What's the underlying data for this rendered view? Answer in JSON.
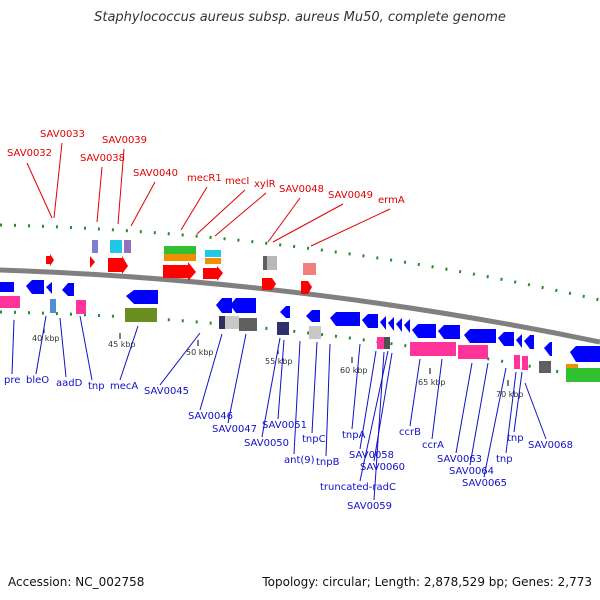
{
  "title": "Staphylococcus aureus subsp. aureus Mu50, complete genome",
  "accession": "Accession: NC_002758",
  "topology": "Topology: circular; Length: 2,878,529 bp; Genes: 2,773",
  "upper_labels": [
    "SAV0032",
    "SAV0033",
    "SAV0038",
    "SAV0039",
    "SAV0040",
    "mecR1",
    "mecI",
    "xylR",
    "SAV0048",
    "SAV0049",
    "ermA"
  ],
  "lower_labels": [
    "pre",
    "bleO",
    "aadD",
    "tnp",
    "mecA",
    "SAV0045",
    "SAV0046",
    "SAV0047",
    "SAV0050",
    "SAV0051",
    "ant(9)",
    "tnpC",
    "tnpB",
    "tnpA",
    "truncated-radC",
    "SAV0058",
    "SAV0060",
    "SAV0059",
    "ccrB",
    "ccrA",
    "SAV0063",
    "SAV0064",
    "SAV0065",
    "tnp",
    "tnp",
    "SAV0068"
  ],
  "ticks": [
    "40 kbp",
    "45 kbp",
    "50 kbp",
    "55 kbp",
    "60 kbp",
    "65 kbp",
    "70 kbp"
  ],
  "colors": {
    "upper_label": "#e00000",
    "lower_label": "#1010c8",
    "backbone": "#808080"
  }
}
